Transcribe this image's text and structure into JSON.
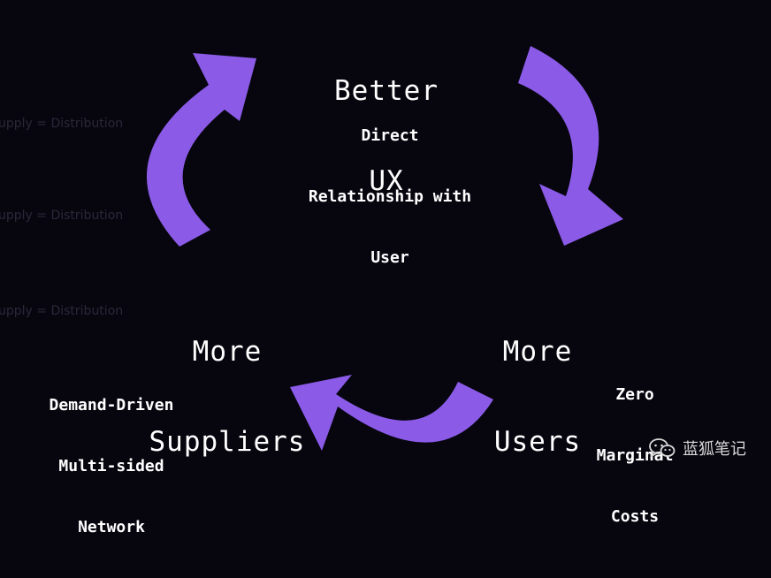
{
  "nodes": {
    "top": {
      "title_line1": "Better",
      "title_line2": "UX",
      "sub_line1": "Direct",
      "sub_line2": "Relationship with",
      "sub_line3": "User"
    },
    "right": {
      "title_line1": "More",
      "title_line2": "Users",
      "sub_line1": "Zero",
      "sub_line2": "Marginal",
      "sub_line3": "Costs"
    },
    "left": {
      "title_line1": "More",
      "title_line2": "Suppliers",
      "sub_line1": "Demand-Driven",
      "sub_line2": "Multi-sided",
      "sub_line3": "Network"
    }
  },
  "ghost_text": [
    "upply = Distribution",
    "upply = Distribution",
    "upply = Distribution"
  ],
  "watermark": {
    "text": "蓝狐笔记",
    "icon": "wechat-icon"
  },
  "colors": {
    "background": "#07060f",
    "arrow": "#8b5be8",
    "text": "#ffffff"
  }
}
